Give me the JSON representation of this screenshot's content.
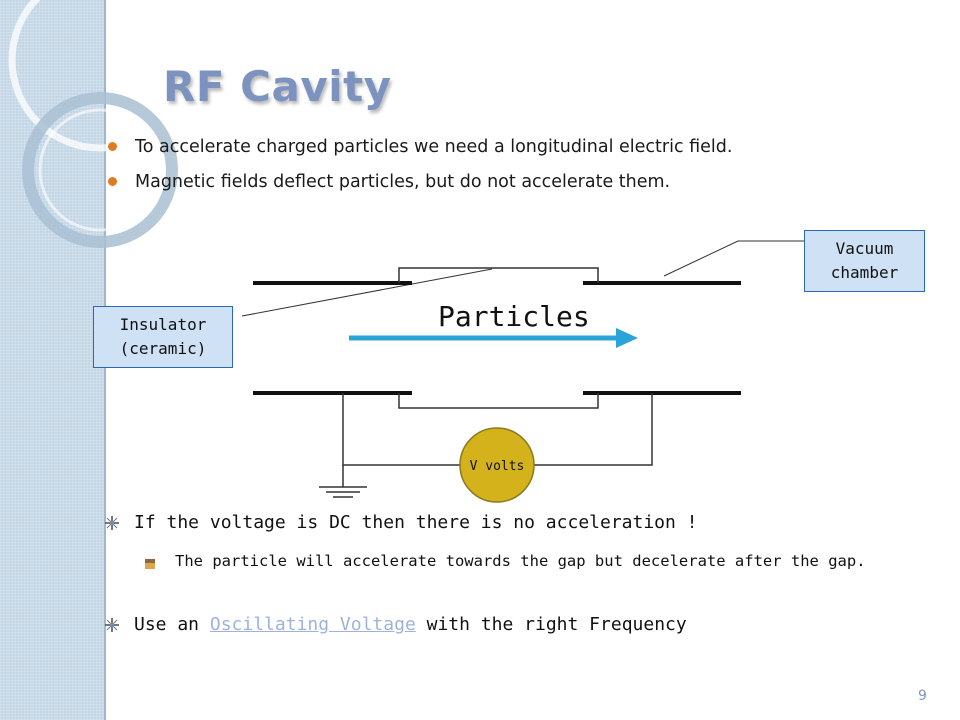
{
  "slide": {
    "title": "RF Cavity",
    "page_number": "9",
    "bullets": [
      "To accelerate charged particles we need a longitudinal electric field.",
      "Magnetic fields deflect particles, but do not accelerate them."
    ]
  },
  "diagram": {
    "particles_label": "Particles",
    "voltage_label": "V volts",
    "vacuum_label_line1": "Vacuum",
    "vacuum_label_line2": "chamber",
    "insulator_label_line1": "Insulator",
    "insulator_label_line2": "(ceramic)"
  },
  "notes": {
    "dc_line": "If the voltage is DC then there is no acceleration !",
    "sub_line": "The particle will accelerate towards the gap but decelerate after the gap.",
    "use_prefix": "Use an",
    "use_link": "Oscillating Voltage",
    "use_suffix": "with the right Frequency"
  },
  "colors": {
    "title": "#7c93c0",
    "bullet": "#e07b22",
    "arrow": "#29a3d9",
    "voltage_source": "#d4b21c",
    "callout_fill": "#cfe1f5",
    "link": "#9fb3d8"
  },
  "icons": {
    "bullet": "circle-bullet-icon",
    "note_bullet": "star-bullet-icon",
    "sub_bullet": "square-bullet-icon"
  }
}
